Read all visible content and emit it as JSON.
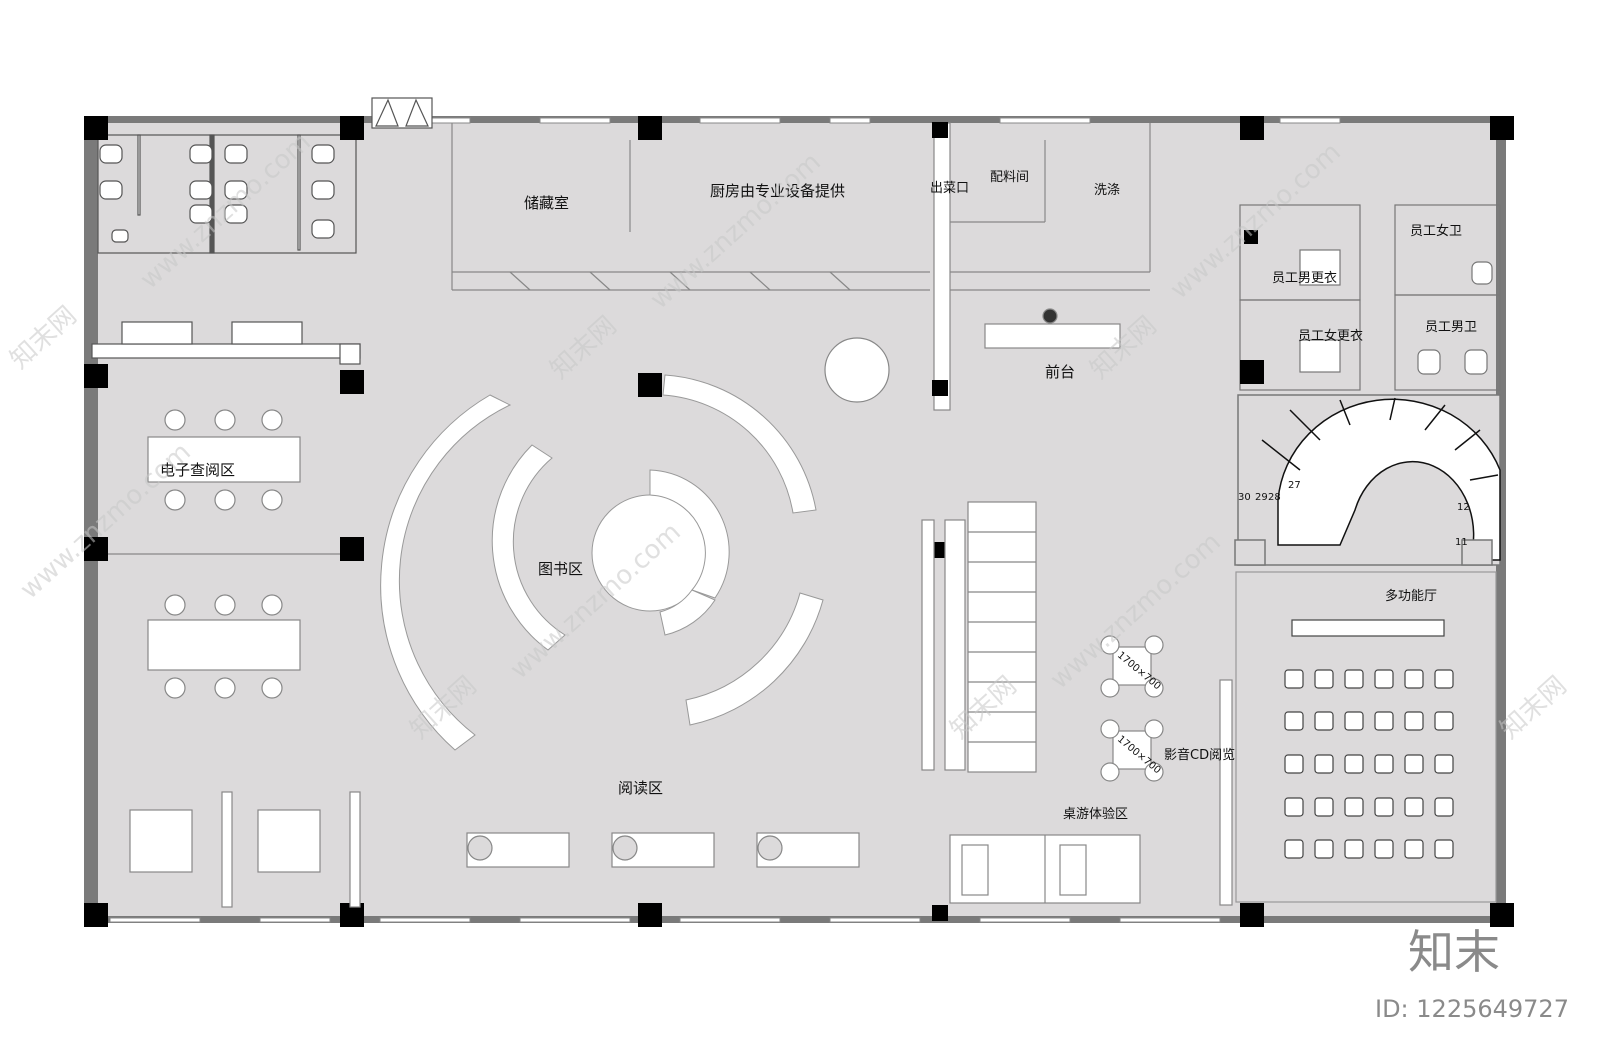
{
  "labels": {
    "storage": "储藏室",
    "kitchen": "厨房由专业设备提供",
    "serving": "出菜口",
    "prep": "配料间",
    "wash": "洗涤",
    "staff_female_wc": "员工女卫",
    "staff_male_changing": "员工男更衣",
    "staff_female_changing": "员工女更衣",
    "staff_male_wc": "员工男卫",
    "reception": "前台",
    "e_reading": "电子查阅区",
    "book_area": "图书区",
    "reading_area": "阅读区",
    "multi_hall": "多功能厅",
    "av_cd": "影音CD阅览",
    "board_game": "桌游体验区"
  },
  "stair_numbers": [
    "30",
    "29",
    "28",
    "27",
    "12",
    "11"
  ],
  "table_tags": [
    "1700×700",
    "1700×700"
  ],
  "watermark": "www.znzmo.com",
  "watermark_cn": "知末网",
  "brand": "知末",
  "image_id": "ID: 1225649727",
  "colors": {
    "floor": "#dcdadb",
    "wall": "#7a7a7a",
    "column": "#000000",
    "furniture": "#ffffff"
  }
}
